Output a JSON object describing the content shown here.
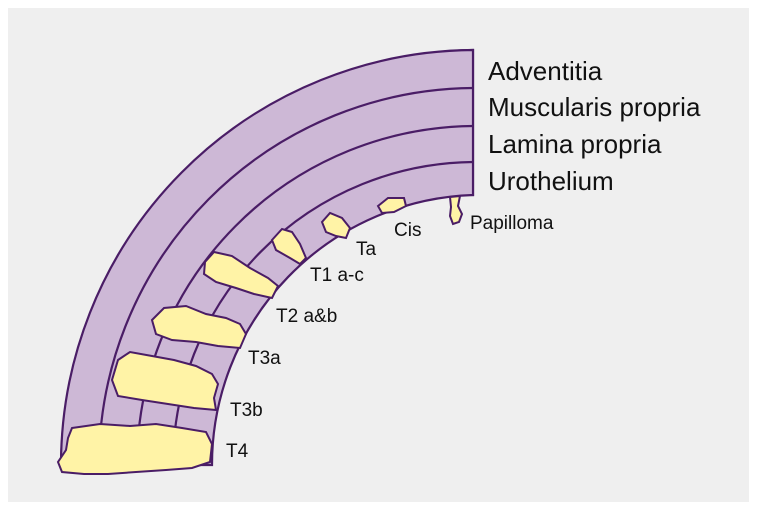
{
  "colors": {
    "background": "#efefef",
    "wall_fill": "#cdb8d6",
    "wall_stroke": "#4a1d66",
    "tumor_fill": "#fff3a6"
  },
  "layers": [
    {
      "label": "Adventitia"
    },
    {
      "label": "Muscularis propria"
    },
    {
      "label": "Lamina propria"
    },
    {
      "label": "Urothelium"
    }
  ],
  "stages": [
    {
      "label": "Papilloma"
    },
    {
      "label": "Cis"
    },
    {
      "label": "Ta"
    },
    {
      "label": "T1 a-c"
    },
    {
      "label": "T2 a&b"
    },
    {
      "label": "T3a"
    },
    {
      "label": "T3b"
    },
    {
      "label": "T4"
    }
  ]
}
